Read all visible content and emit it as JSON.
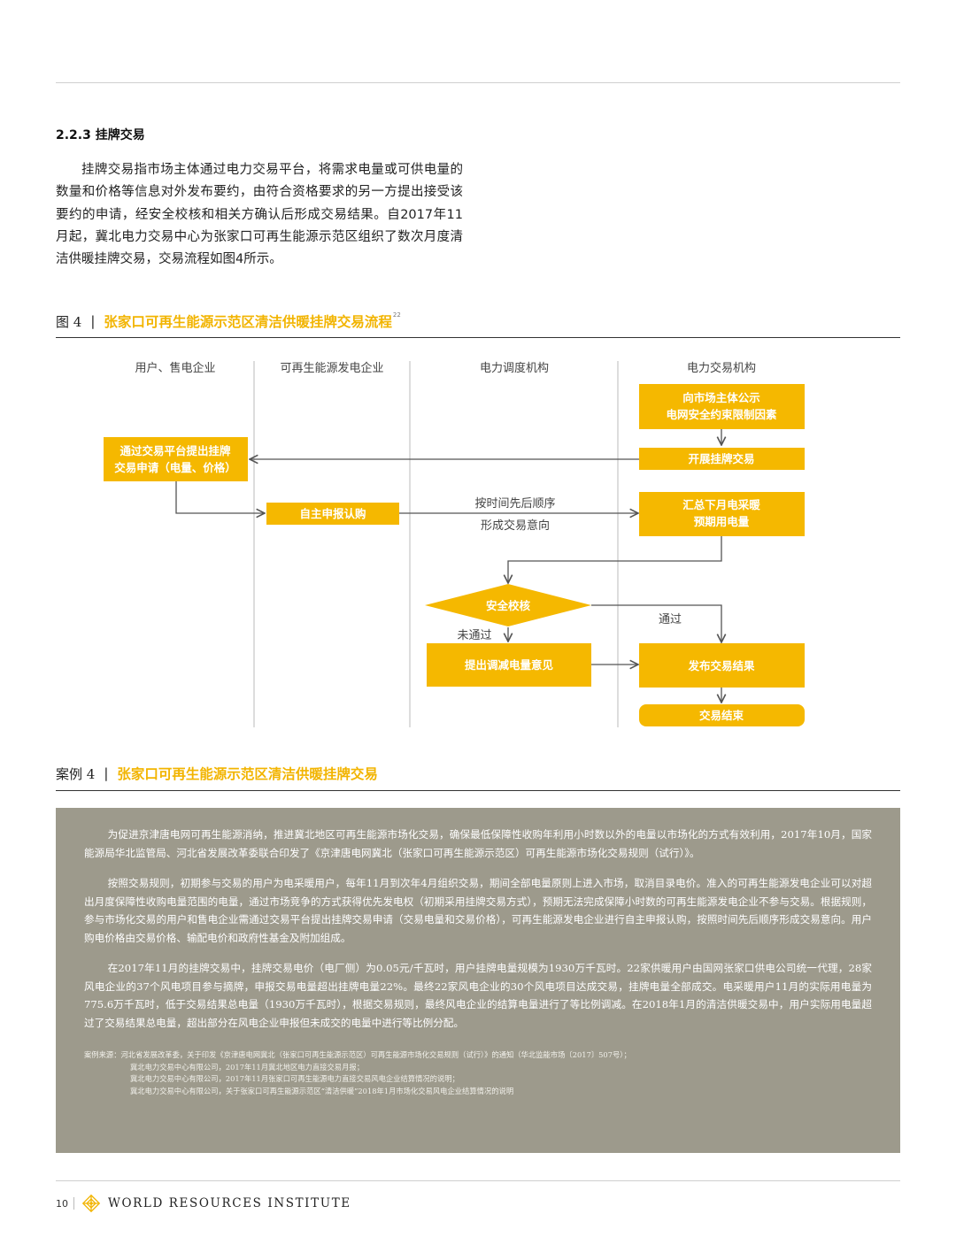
{
  "section": {
    "heading": "2.2.3 挂牌交易",
    "paragraph": "挂牌交易指市场主体通过电力交易平台，将需求电量或可供电量的数量和价格等信息对外发布要约，由符合资格要求的另一方提出接受该要约的申请，经安全校核和相关方确认后形成交易结果。自2017年11月起，冀北电力交易中心为张家口可再生能源示范区组织了数次月度清洁供暖挂牌交易，交易流程如图4所示。"
  },
  "figure": {
    "label": "图 4",
    "separator": "|",
    "title": "张家口可再生能源示范区清洁供暖挂牌交易流程",
    "footnote": "22"
  },
  "flow": {
    "lanes": [
      "用户、售电企业",
      "可再生能源发电企业",
      "电力调度机构",
      "电力交易机构"
    ],
    "nodes": {
      "announce_1": "向市场主体公示",
      "announce_2": "电网安全约束限制因素",
      "start": "开展挂牌交易",
      "apply_1": "通过交易平台提出挂牌",
      "apply_2": "交易申请（电量、价格）",
      "declare": "自主申报认购",
      "summary_1": "汇总下月电采暖",
      "summary_2": "预期用电量",
      "check": "安全校核",
      "reduce": "提出调减电量意见",
      "publish": "发布交易结果",
      "end": "交易结束"
    },
    "labels": {
      "order_1": "按时间先后顺序",
      "order_2": "形成交易意向",
      "pass": "通过",
      "fail": "未通过"
    },
    "colors": {
      "box": "#f5b800",
      "line": "#555555",
      "divider": "#bbbbbb"
    }
  },
  "case": {
    "label": "案例 4",
    "separator": "|",
    "title": "张家口可再生能源示范区清洁供暖挂牌交易",
    "paragraphs": [
      "为促进京津唐电网可再生能源消纳，推进冀北地区可再生能源市场化交易，确保最低保障性收购年利用小时数以外的电量以市场化的方式有效利用，2017年10月，国家能源局华北监管局、河北省发展改革委联合印发了《京津唐电网冀北（张家口可再生能源示范区）可再生能源市场化交易规则（试行）》。",
      "按照交易规则，初期参与交易的用户为电采暖用户，每年11月到次年4月组织交易，期间全部电量原则上进入市场，取消目录电价。准入的可再生能源发电企业可以对超出月度保障性收购电量范围的电量，通过市场竞争的方式获得优先发电权（初期采用挂牌交易方式），预期无法完成保障小时数的可再生能源发电企业不参与交易。根据规则，参与市场化交易的用户和售电企业需通过交易平台提出挂牌交易申请（交易电量和交易价格），可再生能源发电企业进行自主申报认购，按照时间先后顺序形成交易意向。用户购电价格由交易价格、输配电价和政府性基金及附加组成。",
      "在2017年11月的挂牌交易中，挂牌交易电价（电厂侧）为0.05元/千瓦时，用户挂牌电量规模为1930万千瓦时。22家供暖用户由国网张家口供电公司统一代理，28家风电企业的37个风电项目参与摘牌，申报交易电量超出挂牌电量22%。最终22家风电企业的30个风电项目达成交易，挂牌电量全部成交。电采暖用户11月的实际用电量为775.6万千瓦时，低于交易结果总电量（1930万千瓦时），根据交易规则，最终风电企业的结算电量进行了等比例调减。在2018年1月的清洁供暖交易中，用户实际用电量超过了交易结果总电量，超出部分在风电企业申报但未成交的电量中进行等比例分配。"
    ],
    "sources": [
      "案例来源：河北省发展改革委，关于印发《京津唐电网冀北（张家口可再生能源示范区）可再生能源市场化交易规则（试行）》的通知（华北监能市场〔2017〕507号）；",
      "冀北电力交易中心有限公司，2017年11月冀北地区电力直接交易月报；",
      "冀北电力交易中心有限公司，2017年11月张家口可再生能源电力直接交易风电企业结算情况的说明；",
      "冀北电力交易中心有限公司，关于张家口可再生能源示范区“清洁供暖”2018年1月市场化交易风电企业结算情况的说明"
    ]
  },
  "footer": {
    "page_number": "10",
    "separator": "|",
    "brand": "WORLD RESOURCES INSTITUTE",
    "logo_color": "#f2b400"
  }
}
